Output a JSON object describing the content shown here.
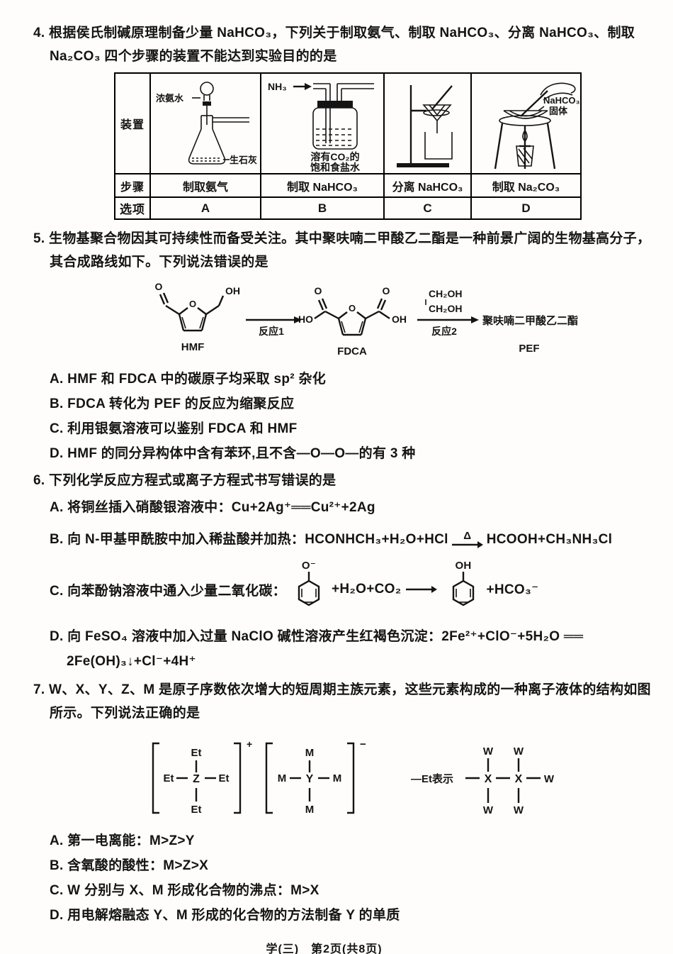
{
  "q4": {
    "num": "4.",
    "stem": "根据侯氏制碱原理制备少量 NaHCO₃，下列关于制取氨气、制取 NaHCO₃、分离 NaHCO₃、制取 Na₂CO₃ 四个步骤的装置不能达到实验目的的是",
    "table": {
      "row_labels": [
        "装置",
        "步骤",
        "选项"
      ],
      "cols": [
        {
          "label_top": "浓氨水",
          "label_bottom": "生石灰",
          "step": "制取氨气",
          "opt": "A"
        },
        {
          "gas": "NH₃",
          "cap1": "溶有CO₂的",
          "cap2": "饱和食盐水",
          "step": "制取 NaHCO₃",
          "opt": "B"
        },
        {
          "step": "分离 NaHCO₃",
          "opt": "C"
        },
        {
          "cap1": "NaHCO₃",
          "cap2": "固体",
          "step": "制取 Na₂CO₃",
          "opt": "D"
        }
      ]
    }
  },
  "q5": {
    "num": "5.",
    "stem": "生物基聚合物因其可持续性而备受关注。其中聚呋喃二甲酸乙二酯是一种前景广阔的生物基高分子，其合成路线如下。下列说法错误的是",
    "scheme": {
      "o": "O",
      "oh": "OH",
      "ho": "HO",
      "hmf": "HMF",
      "fdca": "FDCA",
      "pef": "PEF",
      "rxn1": "反应1",
      "rxn2": "反应2",
      "glycol1": "CH₂OH",
      "glycol2": "CH₂OH",
      "product": "聚呋喃二甲酸乙二酯"
    },
    "opts": [
      "A. HMF 和 FDCA 中的碳原子均采取 sp² 杂化",
      "B. FDCA 转化为 PEF 的反应为缩聚反应",
      "C. 利用银氨溶液可以鉴别 FDCA 和 HMF",
      "D. HMF 的同分异构体中含有苯环,且不含—O—O—的有 3 种"
    ]
  },
  "q6": {
    "num": "6.",
    "stem": "下列化学反应方程式或离子方程式书写错误的是",
    "a": "A. 将铜丝插入硝酸银溶液中：Cu+2Ag⁺══Cu²⁺+2Ag",
    "b_pre": "B. 向 N-甲基甲酰胺中加入稀盐酸并加热：HCONHCH₃+H₂O+HCl",
    "b_delta": "Δ",
    "b_post": "HCOOH+CH₃NH₃Cl",
    "c_pre": "C. 向苯酚钠溶液中通入少量二氧化碳：",
    "c_ominus": "O⁻",
    "c_mid": "+H₂O+CO₂",
    "c_oh": "OH",
    "c_post": "+HCO₃⁻",
    "d_line1": "D. 向 FeSO₄ 溶液中加入过量 NaClO 碱性溶液产生红褐色沉淀：2Fe²⁺+ClO⁻+5H₂O ══",
    "d_line2": "2Fe(OH)₃↓+Cl⁻+4H⁺"
  },
  "q7": {
    "num": "7.",
    "stem": "W、X、Y、Z、M 是原子序数依次增大的短周期主族元素，这些元素构成的一种离子液体的结构如图所示。下列说法正确的是",
    "cation": {
      "ligand": "Et",
      "center": "Z",
      "charge": "+"
    },
    "anion": {
      "ligand": "M",
      "center": "Y",
      "charge": "−"
    },
    "etdef": {
      "prefix": "—Et表示",
      "x": "X",
      "w": "W"
    },
    "opts": [
      "A. 第一电离能：M>Z>Y",
      "B. 含氧酸的酸性：M>Z>X",
      "C. W 分别与 X、M 形成化合物的沸点：M>X",
      "D. 用电解熔融态 Y、M 形成的化合物的方法制备 Y 的单质"
    ]
  },
  "footer": "学(三)　第2页(共8页)"
}
